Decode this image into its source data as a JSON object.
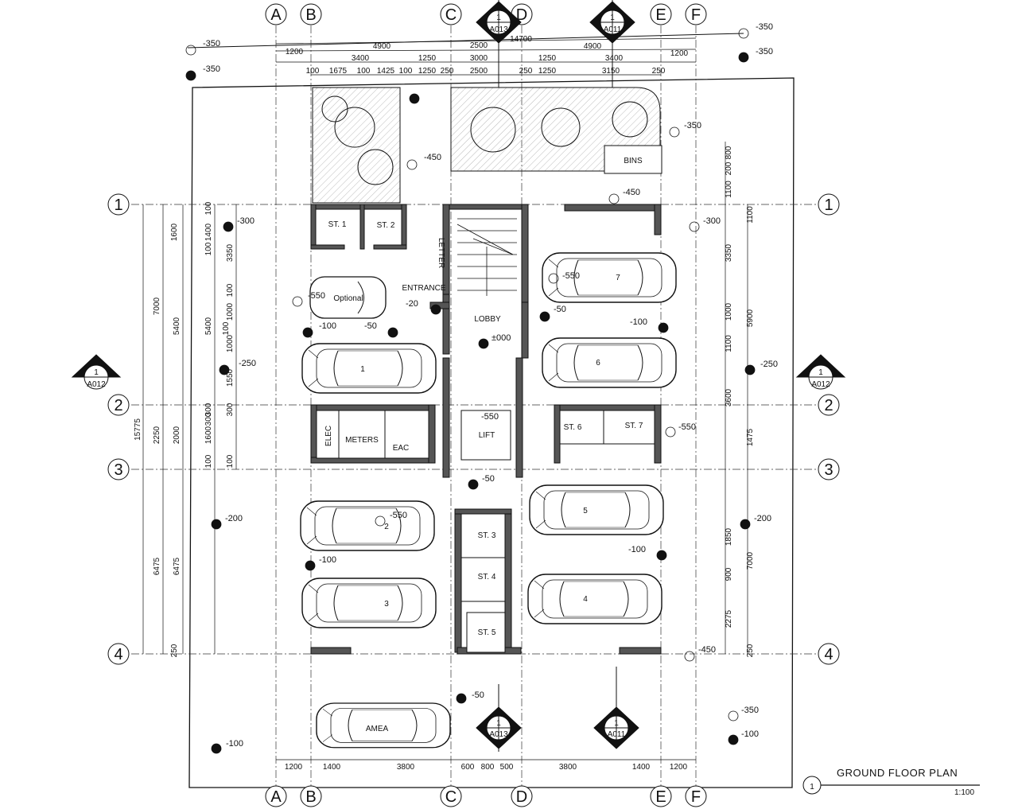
{
  "drawing": {
    "title": "GROUND FLOOR PLAN",
    "title_number": "1",
    "scale": "1:100"
  },
  "grid": {
    "columns": [
      "A",
      "B",
      "C",
      "D",
      "E",
      "F"
    ],
    "rows": [
      "1",
      "2",
      "3",
      "4"
    ]
  },
  "section_markers": {
    "number": "1",
    "sheet_top_c": "A013",
    "sheet_top_e": "A011",
    "sheet_left": "A012",
    "sheet_right": "A012",
    "sheet_bottom_c": "A013",
    "sheet_bottom_e": "A011"
  },
  "dimensions": {
    "overall_width": "14700",
    "top_row1": [
      "1200",
      "4900",
      "2500",
      "4900",
      "1200"
    ],
    "top_row2": [
      "3400",
      "1250",
      "3000",
      "1250",
      "3400"
    ],
    "top_row3": [
      "100",
      "1675",
      "100",
      "1425",
      "100",
      "1250",
      "250",
      "2500",
      "250",
      "1250",
      "3150",
      "250"
    ],
    "bottom_row": [
      "1200",
      "1400",
      "3800",
      "600",
      "800",
      "500",
      "3800",
      "1400",
      "1200"
    ],
    "left_overall": "15775",
    "left_a": [
      "7000",
      "2250",
      "6475"
    ],
    "left_b": [
      "5400",
      "2000",
      "6475"
    ],
    "left_c": [
      "1600",
      "5400",
      "1600"
    ],
    "left_d": [
      "100",
      "1400",
      "100",
      "3350",
      "100",
      "1000",
      "100",
      "1000",
      "1550",
      "300",
      "300",
      "300",
      "100",
      "100",
      "250"
    ],
    "right_a": [
      "1100",
      "5900",
      "1475",
      "7000",
      "250"
    ],
    "right_b": [
      "800",
      "200",
      "1100",
      "3350",
      "1000",
      "1100",
      "3600",
      "1850",
      "900",
      "2275"
    ]
  },
  "levels": [
    "-350",
    "-350",
    "-350",
    "-350",
    "-450",
    "-350",
    "-450",
    "-300",
    "-300",
    "-550",
    "-550",
    "-20",
    "-50",
    "-100",
    "-50",
    "±000",
    "-250",
    "-250",
    "-100",
    "-550",
    "-550",
    "-50",
    "-200",
    "-200",
    "-550",
    "-100",
    "-100",
    "-450",
    "-50",
    "-350",
    "-100",
    "-100"
  ],
  "rooms": {
    "store1": "ST. 1",
    "store2": "ST. 2",
    "store3": "ST. 3",
    "store4": "ST. 4",
    "store5": "ST. 5",
    "store6": "ST. 6",
    "store7": "ST. 7",
    "entrance": "ENTRANCE",
    "lobby": "LOBBY",
    "lift": "LIFT",
    "elec": "ELEC",
    "meters": "METERS",
    "eac": "EAC",
    "bins": "BINS",
    "letter": "LETTER",
    "optional": "Optional",
    "amea": "AMEA"
  },
  "parking_numbers": [
    "1",
    "2",
    "3",
    "4",
    "5",
    "6",
    "7"
  ]
}
